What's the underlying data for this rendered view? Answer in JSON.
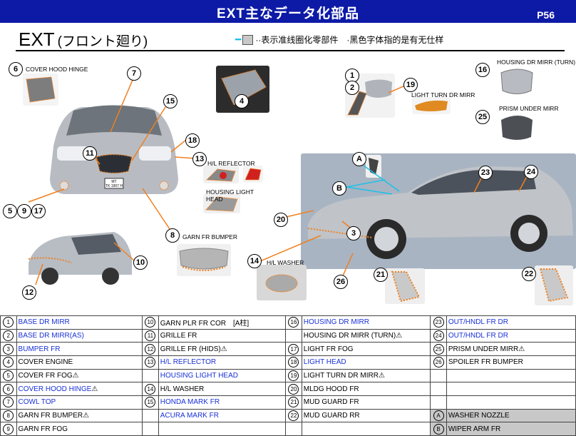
{
  "header": {
    "title": "EXT主なデータ化部品",
    "page": "P56"
  },
  "heading": {
    "main": "EXT",
    "sub": "(フロント廻り)"
  },
  "legend": {
    "arrow": "━",
    "text": "··表示准线圈化零部件　·黑色字体指的是有无仕样"
  },
  "callouts": {
    "c1": "1",
    "c2": "2",
    "c3": "3",
    "c4": "4",
    "c5": "5",
    "c6": "6",
    "c7": "7",
    "c8": "8",
    "c9": "9",
    "c10": "10",
    "c11": "11",
    "c12": "12",
    "c13": "13",
    "c14": "14",
    "c15": "15",
    "c16": "16",
    "c17": "17",
    "c18": "18",
    "c19": "19",
    "c20": "20",
    "c21": "21",
    "c22": "22",
    "c23": "23",
    "c24": "24",
    "c25": "25",
    "c26": "26",
    "cA": "A",
    "cB": "B"
  },
  "labels": {
    "cover_hood_hinge": "COVER HOOD HINGE",
    "hl_reflector": "H/L REFLECTOR",
    "housing_light_head": "HOUSING LIGHT HEAD",
    "garn_fr_bumper": "GARN FR BUMPER",
    "hl_washer": "H/L WASHER",
    "housing_dr_mirr_turn": "HOUSING DR MIRR (TURN)",
    "prism_under_mirr": "PRISM  UNDER  MIRR",
    "light_turn_dr_mirr": "LIGHT TURN DR MIRR",
    "plate_top": "MT",
    "plate_bottom": "TK 1907 H"
  },
  "warn_symbol": "⚠",
  "table": {
    "rows": [
      [
        {
          "n": "1",
          "t": "BASE  DR  MIRR",
          "c": "blue"
        },
        {
          "n": "10",
          "t": "GARN  PLR  FR  COR　[A柱]",
          "c": "blk"
        },
        {
          "n": "16",
          "t": "HOUSING  DR  MIRR",
          "c": "blue"
        },
        {
          "n": "23",
          "t": "OUT/HNDL  FR  DR",
          "c": "blue"
        }
      ],
      [
        {
          "n": "2",
          "t": "BASE  DR  MIRR(AS)",
          "c": "blue"
        },
        {
          "n": "11",
          "t": "GRILLE  FR",
          "c": "blk"
        },
        {
          "n": "",
          "t": "HOUSING  DR  MIRR  (TURN)",
          "c": "blk",
          "w": true
        },
        {
          "n": "24",
          "t": "OUT/HNDL  FR  DR",
          "c": "blue"
        }
      ],
      [
        {
          "n": "3",
          "t": "BUMPER  FR",
          "c": "blue"
        },
        {
          "n": "12",
          "t": "GRILLE  FR  (HIDS)",
          "c": "blk",
          "w": true
        },
        {
          "n": "17",
          "t": "LIGHT  FR  FOG",
          "c": "blk"
        },
        {
          "n": "25",
          "t": "PRISM UNDER MIRR",
          "c": "blk",
          "w": true
        }
      ],
      [
        {
          "n": "4",
          "t": "COVER  ENGINE",
          "c": "blk"
        },
        {
          "n": "13",
          "t": "H/L  REFLECTOR",
          "c": "blue"
        },
        {
          "n": "18",
          "t": "LIGHT  HEAD",
          "c": "blue"
        },
        {
          "n": "26",
          "t": "SPOILER  FR  BUMPER",
          "c": "blk"
        }
      ],
      [
        {
          "n": "5",
          "t": "COVER  FR  FOG",
          "c": "blk",
          "w": true
        },
        {
          "n": "",
          "t": "HOUSING  LIGHT  HEAD",
          "c": "blue"
        },
        {
          "n": "19",
          "t": "LIGHT  TURN  DR  MIRR",
          "c": "blk",
          "w": true
        },
        {
          "n": "",
          "t": "",
          "c": "blk"
        }
      ],
      [
        {
          "n": "6",
          "t": "COVER  HOOD  HINGE",
          "c": "blue",
          "w": true
        },
        {
          "n": "14",
          "t": "H/L  WASHER",
          "c": "blk"
        },
        {
          "n": "20",
          "t": "MLDG  HOOD  FR",
          "c": "blk"
        },
        {
          "n": "",
          "t": "",
          "c": "blk"
        }
      ],
      [
        {
          "n": "7",
          "t": "COWL  TOP",
          "c": "blue"
        },
        {
          "n": "15",
          "t": "HONDA  MARK  FR",
          "c": "blue"
        },
        {
          "n": "21",
          "t": "MUD  GUARD  FR",
          "c": "blk"
        },
        {
          "n": "",
          "t": "",
          "c": "blk"
        }
      ],
      [
        {
          "n": "8",
          "t": "GARN  FR  BUMPER",
          "c": "blk",
          "w": true
        },
        {
          "n": "",
          "t": "ACURA  MARK  FR",
          "c": "blue"
        },
        {
          "n": "22",
          "t": "MUD  GUARD  RR",
          "c": "blk"
        },
        {
          "n": "A",
          "t": "WASHER  NOZZLE",
          "c": "blk",
          "g": true
        }
      ],
      [
        {
          "n": "9",
          "t": "GARN  FR  FOG",
          "c": "blk"
        },
        {
          "n": "",
          "t": "",
          "c": "blk"
        },
        {
          "n": "",
          "t": "",
          "c": "blk"
        },
        {
          "n": "B",
          "t": "WIPER  ARM  FR",
          "c": "blk",
          "g": true
        }
      ]
    ]
  }
}
